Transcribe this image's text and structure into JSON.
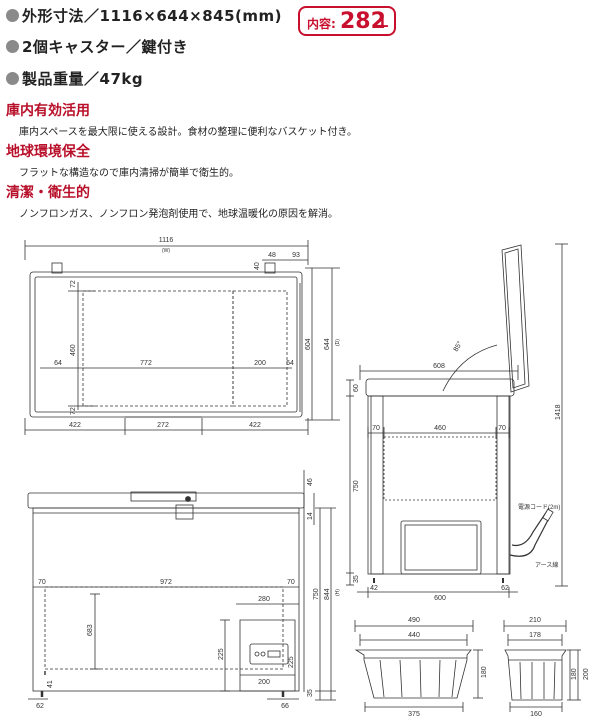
{
  "specs": [
    {
      "text": "外形寸法／1116×644×845(mm)"
    },
    {
      "text": "2個キャスター／鍵付き"
    },
    {
      "text": "製品重量／47kg"
    }
  ],
  "capacity": {
    "label": "内容:",
    "value": "282",
    "unit": "L"
  },
  "features": [
    {
      "title": "庫内有効活用",
      "desc": "庫内スペースを最大限に使える設計。食材の整理に便利なバスケット付き。"
    },
    {
      "title": "地球環境保全",
      "desc": "フラットな構造なので庫内清掃が簡単で衛生的。"
    },
    {
      "title": "清潔・衛生的",
      "desc": "ノンフロンガス、ノンフロン発泡剤使用で、地球温暖化の原因を解消。"
    }
  ],
  "dims": {
    "top_view": {
      "w1116": "1116",
      "wsub": "(W)",
      "d48": "48",
      "d93": "93",
      "d40": "40",
      "d72a": "72",
      "d460": "460",
      "d72b": "72",
      "d64a": "64",
      "d772": "772",
      "d200": "200",
      "d64b": "64",
      "d604": "604",
      "d644": "644",
      "dsub": "(D)",
      "b422a": "422",
      "b272": "272",
      "b422b": "422"
    },
    "side_view": {
      "d608": "608",
      "angle": "85°",
      "d60": "60",
      "d70a": "70",
      "d460": "460",
      "d70b": "70",
      "d750": "750",
      "d35": "35",
      "d42": "42",
      "d600": "600",
      "d62": "62",
      "d1418": "1418",
      "cord": "電源コード(2m)",
      "earth": "アース線"
    },
    "front_view": {
      "d46": "46",
      "d14": "14",
      "d70a": "70",
      "d972": "972",
      "d70b": "70",
      "d683": "683",
      "d750": "750",
      "d844": "844",
      "hsub": "(H)",
      "d280": "280",
      "d225a": "225",
      "d200": "200",
      "d225b": "225",
      "d41": "41",
      "d35": "35",
      "d62": "62",
      "d66": "66"
    },
    "basket_large": {
      "w490": "490",
      "w440": "440",
      "w375": "375",
      "h180": "180"
    },
    "basket_small": {
      "w210": "210",
      "w178": "178",
      "w160": "160",
      "h180": "180",
      "h200": "200"
    }
  },
  "colors": {
    "accent": "#c8102e",
    "heading": "#b8102a",
    "line": "#333333"
  }
}
